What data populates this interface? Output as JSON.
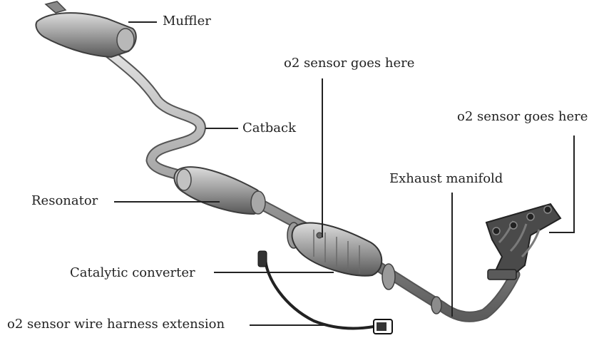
{
  "labels": {
    "muffler": "Muffler",
    "o2_sensor_1": "o2 sensor goes here",
    "o2_sensor_2": "o2 sensor goes here",
    "catback": "Catback",
    "exhaust_manifold": "Exhaust manifold",
    "resonator": "Resonator",
    "catalytic_converter": "Catalytic converter",
    "wire_harness": "o2 sensor wire harness extension"
  },
  "colors": {
    "pipe": "#9a9a9a",
    "pipe_dark": "#5e5e5e",
    "pipe_light": "#d6d6d6",
    "manifold": "#4a4a4a",
    "leader": "#222222",
    "harness": "#222222"
  }
}
